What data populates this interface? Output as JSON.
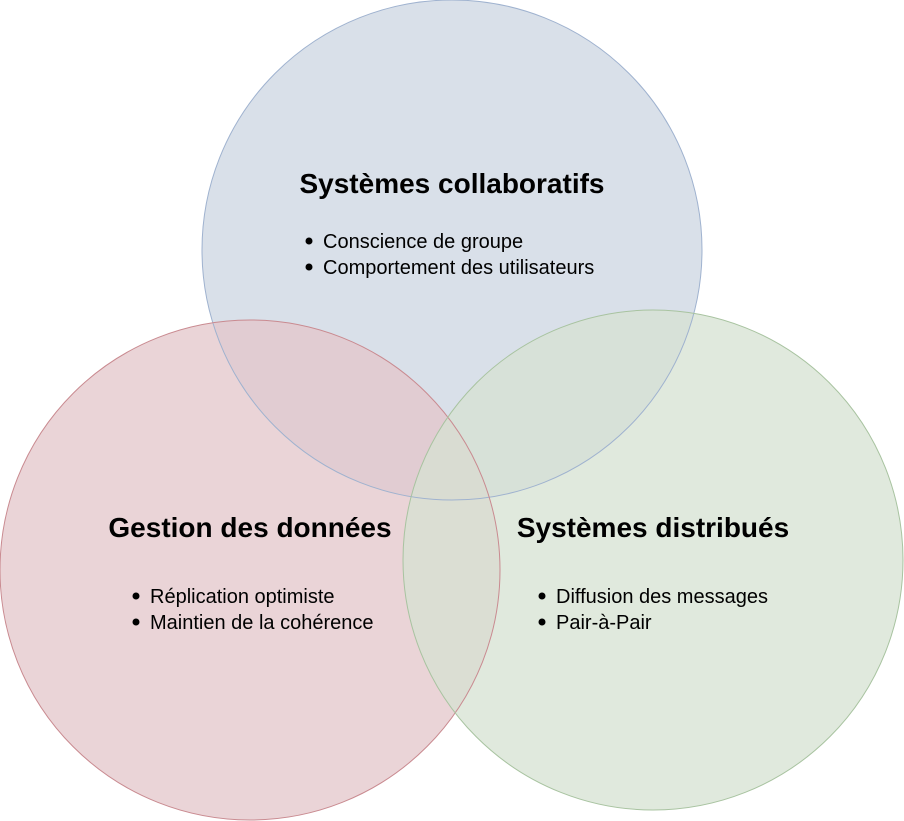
{
  "diagram": {
    "type": "venn",
    "sets": [
      {
        "id": "collab",
        "title": "Systèmes collaboratifs",
        "items": [
          "Conscience de groupe",
          "Comportement des utilisateurs"
        ],
        "fill": "#ccd5e2",
        "stroke": "#9fb2cf"
      },
      {
        "id": "data",
        "title": "Gestion des données",
        "items": [
          "Réplication optimiste",
          "Maintien de la cohérence"
        ],
        "fill": "#e3c6c9",
        "stroke": "#c98a90"
      },
      {
        "id": "dist",
        "title": "Systèmes distribués",
        "items": [
          "Diffusion des messages",
          "Pair-à-Pair"
        ],
        "fill": "#d5e2d2",
        "stroke": "#a8c3a0"
      }
    ]
  }
}
